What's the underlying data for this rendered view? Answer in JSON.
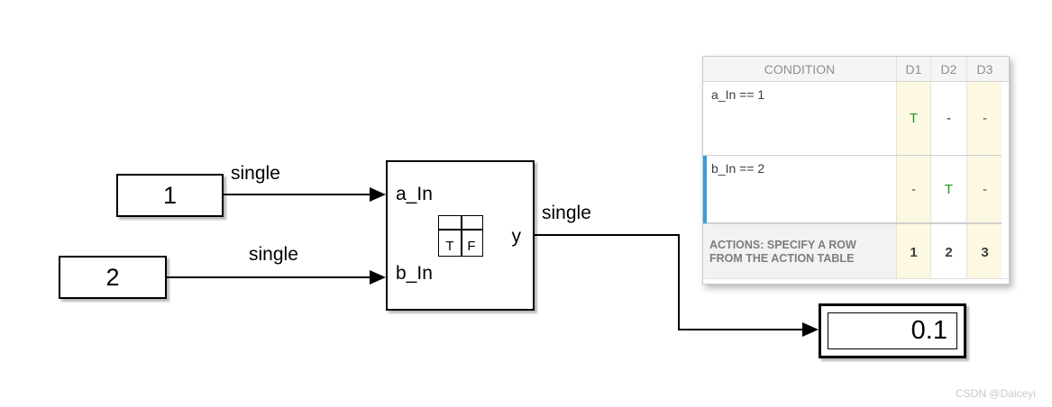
{
  "diagram": {
    "constant1": {
      "value": "1"
    },
    "constant2": {
      "value": "2"
    },
    "signal1_label": "single",
    "signal2_label": "single",
    "output_signal_label": "single",
    "truth_table_block": {
      "input1": "a_In",
      "input2": "b_In",
      "output": "y",
      "icon_true": "T",
      "icon_false": "F"
    },
    "display_block": {
      "value": "0.1"
    }
  },
  "condition_table": {
    "headers": {
      "condition": "CONDITION",
      "d1": "D1",
      "d2": "D2",
      "d3": "D3"
    },
    "rows": [
      {
        "condition": "a_In == 1",
        "values": [
          "T",
          "-",
          "-"
        ]
      },
      {
        "condition": "b_In == 2",
        "values": [
          "-",
          "T",
          "-"
        ]
      }
    ],
    "actions_row": {
      "label": "ACTIONS: SPECIFY A ROW FROM THE ACTION TABLE",
      "values": [
        "1",
        "2",
        "3"
      ]
    },
    "colors": {
      "true_green": "#1f9623",
      "highlight_yellow": "#fcf8e2",
      "selection_blue": "#3d9bd9"
    }
  },
  "watermark": "CSDN @Daiceyi"
}
